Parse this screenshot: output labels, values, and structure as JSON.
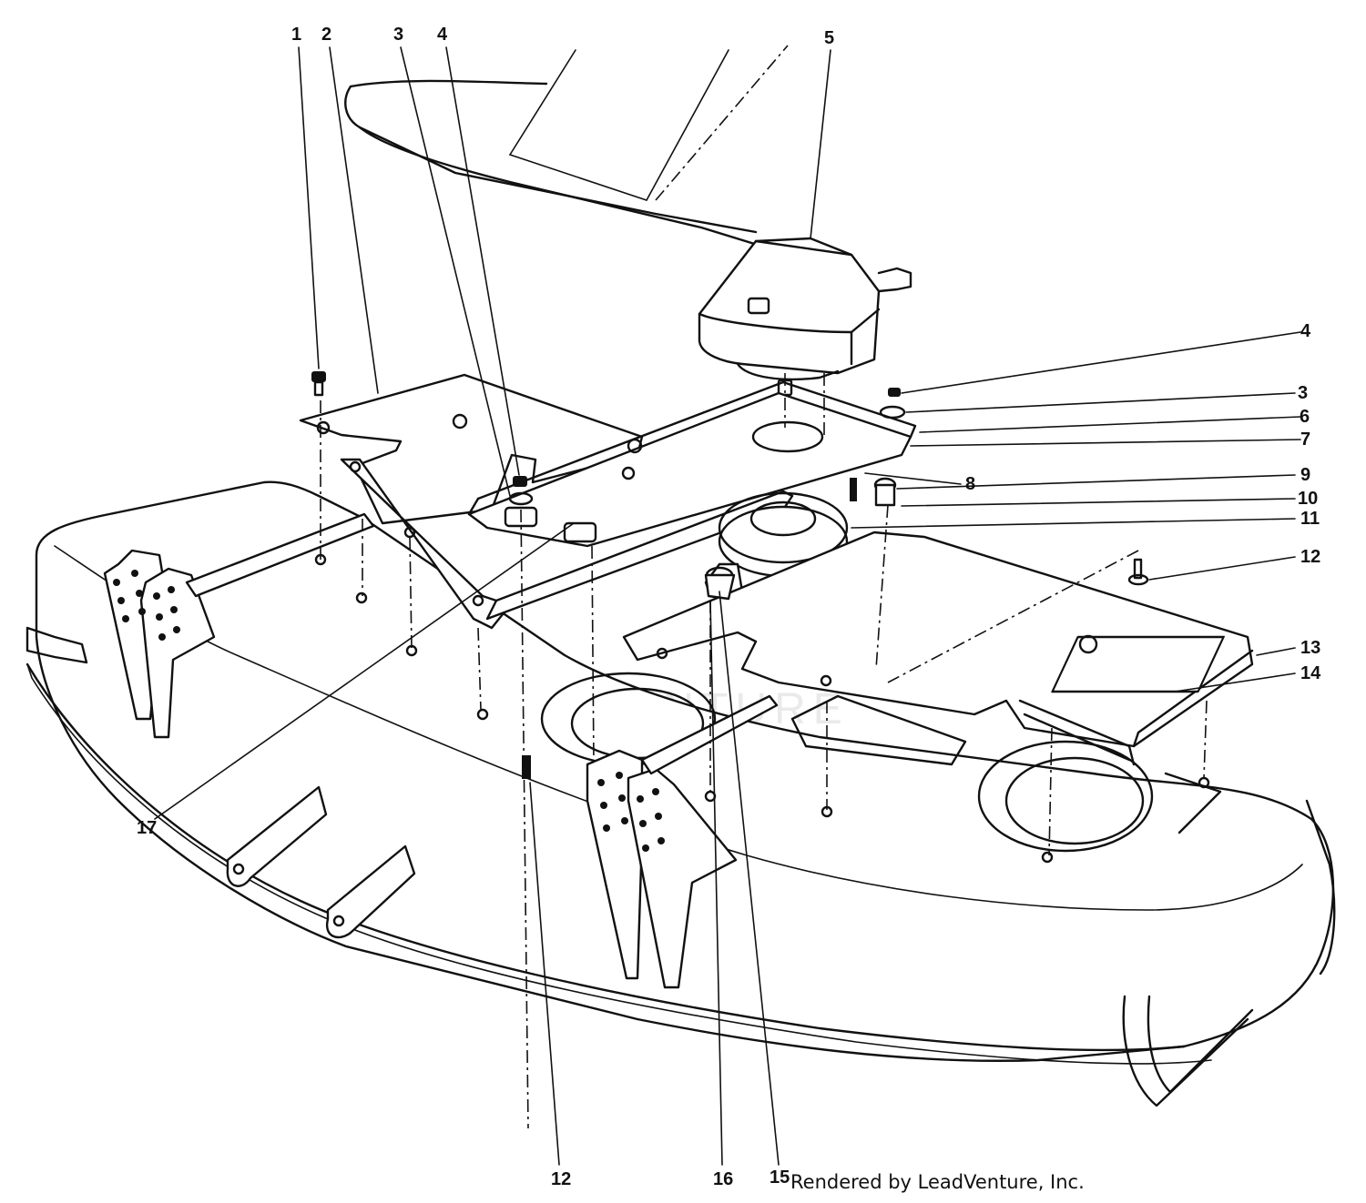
{
  "credit": "Rendered by LeadVenture, Inc.",
  "watermark": "LEADVENTURE",
  "callouts": [
    "1",
    "2",
    "3",
    "4",
    "5",
    "4",
    "3",
    "6",
    "7",
    "8",
    "9",
    "10",
    "11",
    "12",
    "13",
    "14",
    "17",
    "12",
    "16",
    "15"
  ]
}
